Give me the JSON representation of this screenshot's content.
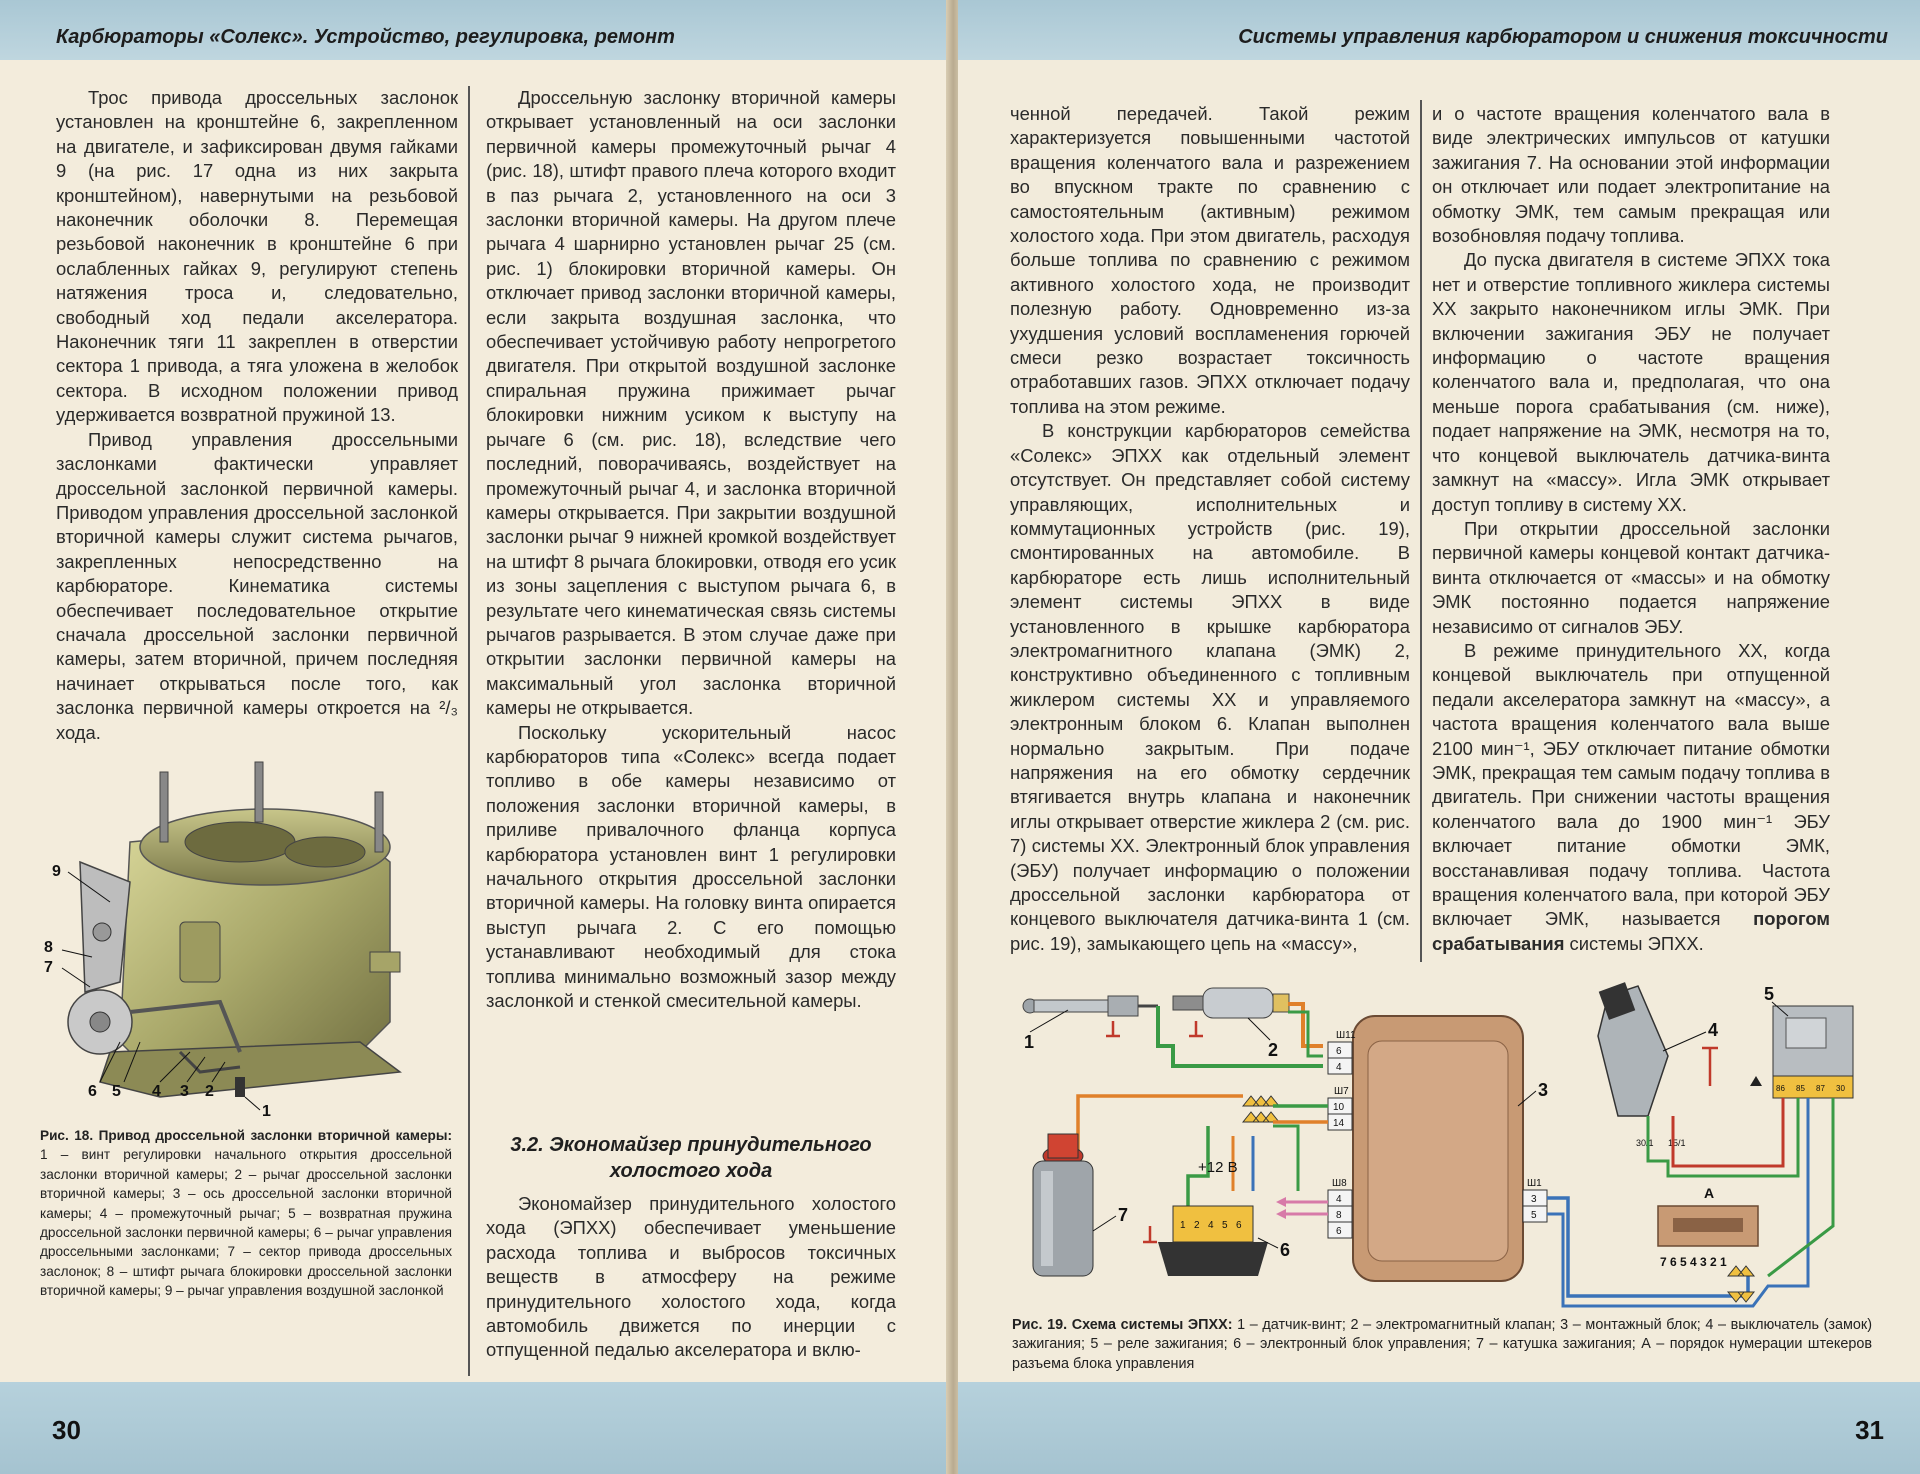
{
  "left_page": {
    "header": "Карбюраторы «Солекс». Устройство, регулировка, ремонт",
    "page_number": "30",
    "col1": [
      "Трос привода дроссельных заслонок установлен на кронштейне 6, закрепленном на двигателе, и зафиксирован двумя гайками 9 (на рис. 17 одна из них закрыта кронштейном), навернутыми на резьбовой наконечник оболочки 8. Перемещая резьбовой наконечник в кронштейне 6 при ослабленных гайках 9, регулируют степень натяжения троса и, следовательно, свободный ход педали акселератора. Наконечник тяги 11 закреплен в отверстии сектора 1 привода, а тяга уложена в желобок сектора. В исходном положении привод удерживается возвратной пружиной 13.",
      "Привод управления дроссельными заслонками фактически управляет дроссельной заслонкой первичной камеры. Приводом управления дроссельной заслонкой вторичной камеры служит система рычагов, закрепленных непосредственно на карбюраторе. Кинематика системы обеспечивает последовательное открытие сначала дроссельной заслонки первичной камеры, затем вторичной, причем последняя начинает открываться после того, как заслонка первичной камеры откроется на ²/₃ хода."
    ],
    "col2": [
      "Дроссельную заслонку вторичной камеры открывает установленный на оси заслонки первичной камеры промежуточный рычаг 4 (рис. 18), штифт правого плеча которого входит в паз рычага 2, установленного на оси 3 заслонки вторичной камеры. На другом плече рычага 4 шарнирно установлен рычаг 25 (см. рис. 1) блокировки вторичной камеры. Он отключает привод заслонки вторичной камеры, если закрыта воздушная заслонка, что обеспечивает устойчивую работу непрогретого двигателя. При открытой воздушной заслонке спиральная пружина прижимает рычаг блокировки нижним усиком к выступу на рычаге 6 (см. рис. 18), вследствие чего последний, поворачиваясь, воздействует на промежуточный рычаг 4, и заслонка вторичной камеры открывается. При закрытии воздушной заслонки рычаг 9 нижней кромкой воздействует на штифт 8 рычага блокировки, отводя его усик из зоны зацепления с выступом рычага 6, в результате чего кинематическая связь системы рычагов разрывается. В этом случае даже при открытии заслонки первичной камеры на максимальный угол заслонка вторичной камеры не открывается.",
      "Поскольку ускорительный насос карбюраторов типа «Солекс» всегда подает топливо в обе камеры независимо от положения заслонки вторичной камеры, в приливе привалочного фланца корпуса карбюратора установлен винт 1 регулировки начального открытия дроссельной заслонки вторичной камеры. На головку винта опирается выступ рычага 2. С его помощью устанавливают необходимый для стока топлива минимально возможный зазор между заслонкой и стенкой смесительной камеры."
    ],
    "section_title": "3.2. Экономайзер принудительного холостого хода",
    "col2_after": "Экономайзер принудительного холостого хода (ЭПХХ) обеспечивает уменьшение расхода топлива и выбросов токсичных веществ в атмосферу на режиме принудительного холостого хода, когда автомобиль движется по инерции с отпущенной педалью акселератора и вклю-",
    "figure18": {
      "labels": [
        "9",
        "8",
        "7",
        "6",
        "5",
        "4",
        "3",
        "2",
        "1"
      ],
      "caption_bold": "Рис. 18. Привод дроссельной заслонки вторичной камеры:",
      "caption_text": " 1 – винт регулировки начального открытия дроссельной заслонки вторичной камеры; 2 – рычаг дроссельной заслонки вторичной камеры; 3 – ось дроссельной заслонки вторичной камеры; 4 – промежуточный рычаг; 5 – возвратная пружина дроссельной заслонки первичной камеры; 6 – рычаг управления дроссельными заслонками; 7 – сектор привода дроссельных заслонок; 8 – штифт рычага блокировки дроссельной заслонки вторичной камеры; 9 – рычаг управления воздушной заслонкой"
    }
  },
  "right_page": {
    "header": "Системы управления карбюратором и снижения токсичности",
    "page_number": "31",
    "col1": [
      "ченной передачей. Такой режим характеризуется повышенными частотой вращения коленчатого вала и разрежением во впускном тракте по сравнению с самостоятельным (активным) режимом холостого хода. При этом двигатель, расходуя больше топлива по сравнению с режимом активного холостого хода, не производит полезную работу. Одновременно из-за ухудшения условий воспламенения горючей смеси резко возрастает токсичность отработавших газов. ЭПХХ отключает подачу топлива на этом режиме.",
      "В конструкции карбюраторов семейства «Солекс» ЭПХХ как отдельный элемент отсутствует. Он представляет собой систему управляющих, исполнительных и коммутационных устройств (рис. 19), смонтированных на автомобиле. В карбюраторе есть лишь исполнительный элемент системы ЭПХХ в виде установленного в крышке карбюратора электромагнитного клапана (ЭМК) 2, конструктивно объединенного с топливным жиклером системы ХХ и управляемого электронным блоком 6. Клапан выполнен нормально закрытым. При подаче напряжения на его обмотку сердечник втягивается внутрь клапана и наконечник иглы открывает отверстие жиклера 2 (см. рис. 7) системы ХХ. Электронный блок управления (ЭБУ) получает информацию о положении дроссельной заслонки карбюратора от концевого выключателя датчика-винта 1 (см. рис. 19), замыкающего цепь на «массу»,"
    ],
    "col2": [
      "и о частоте вращения коленчатого вала в виде электрических импульсов от катушки зажигания 7. На основании этой информации он отключает или подает электропитание на обмотку ЭМК, тем самым прекращая или возобновляя подачу топлива.",
      "До пуска двигателя в системе ЭПХХ тока нет и отверстие топливного жиклера системы ХХ закрыто наконечником иглы ЭМК. При включении зажигания ЭБУ не получает информацию о частоте вращения коленчатого вала и, предполагая, что она меньше порога срабатывания (см. ниже), подает напряжение на ЭМК, несмотря на то, что концевой выключатель датчика-винта замкнут на «массу». Игла ЭМК открывает доступ топливу в систему ХХ.",
      "При открытии дроссельной заслонки первичной камеры концевой контакт датчика-винта отключается от «массы» и на обмотку ЭМК постоянно подается напряжение независимо от сигналов ЭБУ.",
      "В режиме принудительного ХХ, когда концевой выключатель при отпущенной педали акселератора замкнут на «массу», а частота вращения коленчатого вала выше 2100 мин⁻¹, ЭБУ отключает питание обмотки ЭМК, прекращая тем самым подачу топлива в двигатель. При снижении частоты вращения коленчатого вала до 1900 мин⁻¹ ЭБУ включает питание обмотки ЭМК, восстанавливая подачу топлива. Частота вращения коленчатого вала, при которой ЭБУ включает ЭМК, называется"
    ],
    "col2_last_bold": "порогом срабатывания",
    "col2_last_tail": " системы ЭПХХ.",
    "figure19": {
      "labels": [
        "1",
        "2",
        "3",
        "4",
        "5",
        "6",
        "7",
        "А"
      ],
      "plus12": "+12 В",
      "sh11": "Ш11",
      "sh7": "Ш7",
      "sh8": "Ш8",
      "sh1": "Ш1",
      "pins_sh11": [
        "6",
        "4"
      ],
      "pins_sh7": [
        "10",
        "14"
      ],
      "pins_sh8": [
        "4",
        "8",
        "6"
      ],
      "pins_sh1": [
        "3",
        "5"
      ],
      "pins_block6": [
        "1",
        "2",
        "4",
        "5",
        "6"
      ],
      "relay_pins": [
        "86",
        "85",
        "87",
        "30"
      ],
      "switch_pins": [
        "30/1",
        "15/1"
      ],
      "connector_nums": "7 6 5 4 3 2 1",
      "caption_bold": "Рис. 19. Схема системы ЭПХХ:",
      "caption_text": " 1 – датчик-винт; 2 – электромагнитный клапан; 3 – монтажный блок; 4 – выключатель (замок) зажигания; 5 – реле зажигания; 6 – электронный блок управления; 7 – катушка зажигания; А – порядок нумерации штекеров разъема блока управления"
    },
    "colors": {
      "wire_green": "#3a9a45",
      "wire_orange": "#e0802a",
      "wire_blue": "#3a72b8",
      "wire_red": "#c0392b",
      "block_tan": "#c89a74",
      "connector_yellow": "#f0c040"
    }
  }
}
